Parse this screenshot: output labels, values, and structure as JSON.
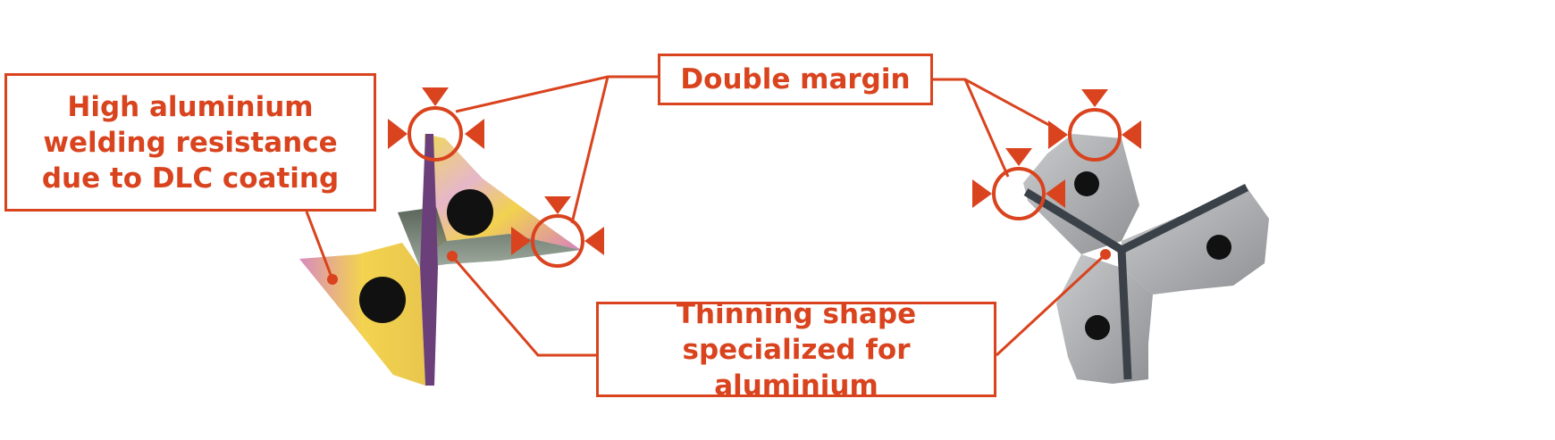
{
  "colors": {
    "accent": "#d9431e",
    "dlc_coating_gold": "#e8c84a",
    "dlc_coating_pink": "#d98ac0",
    "carbide_grey": "#a9abad",
    "coolant_hole": "#111111"
  },
  "callouts": {
    "dlc": {
      "text": "High aluminium\nwelding resistance\ndue to DLC coating"
    },
    "margin": {
      "text": "Double margin"
    },
    "thinning": {
      "text": "Thinning shape\nspecialized for aluminium"
    }
  },
  "figures": {
    "left": {
      "description_icon": "dlc-coated-drill-tip"
    },
    "right": {
      "description_icon": "three-flute-drill-tip"
    }
  }
}
